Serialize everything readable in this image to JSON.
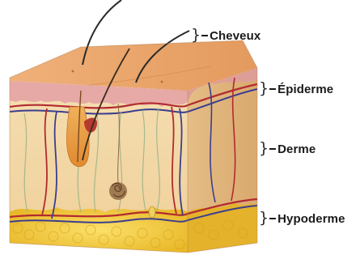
{
  "labels": {
    "cheveux": "Cheveux",
    "epiderme": "Épiderme",
    "derme": "Derme",
    "hypoderme": "Hypoderme"
  },
  "colors": {
    "skin_surface": "#E8A46C",
    "epidermis_pink": "#E3A7A4",
    "dermis": "#F3D7A8",
    "dermis_right": "#DFB27A",
    "fat": "#F2C93A",
    "hair": "#2B2B2B",
    "artery_red": "#B0282C",
    "vein_blue": "#3A3D8C",
    "follicle": "#E59A3C"
  }
}
